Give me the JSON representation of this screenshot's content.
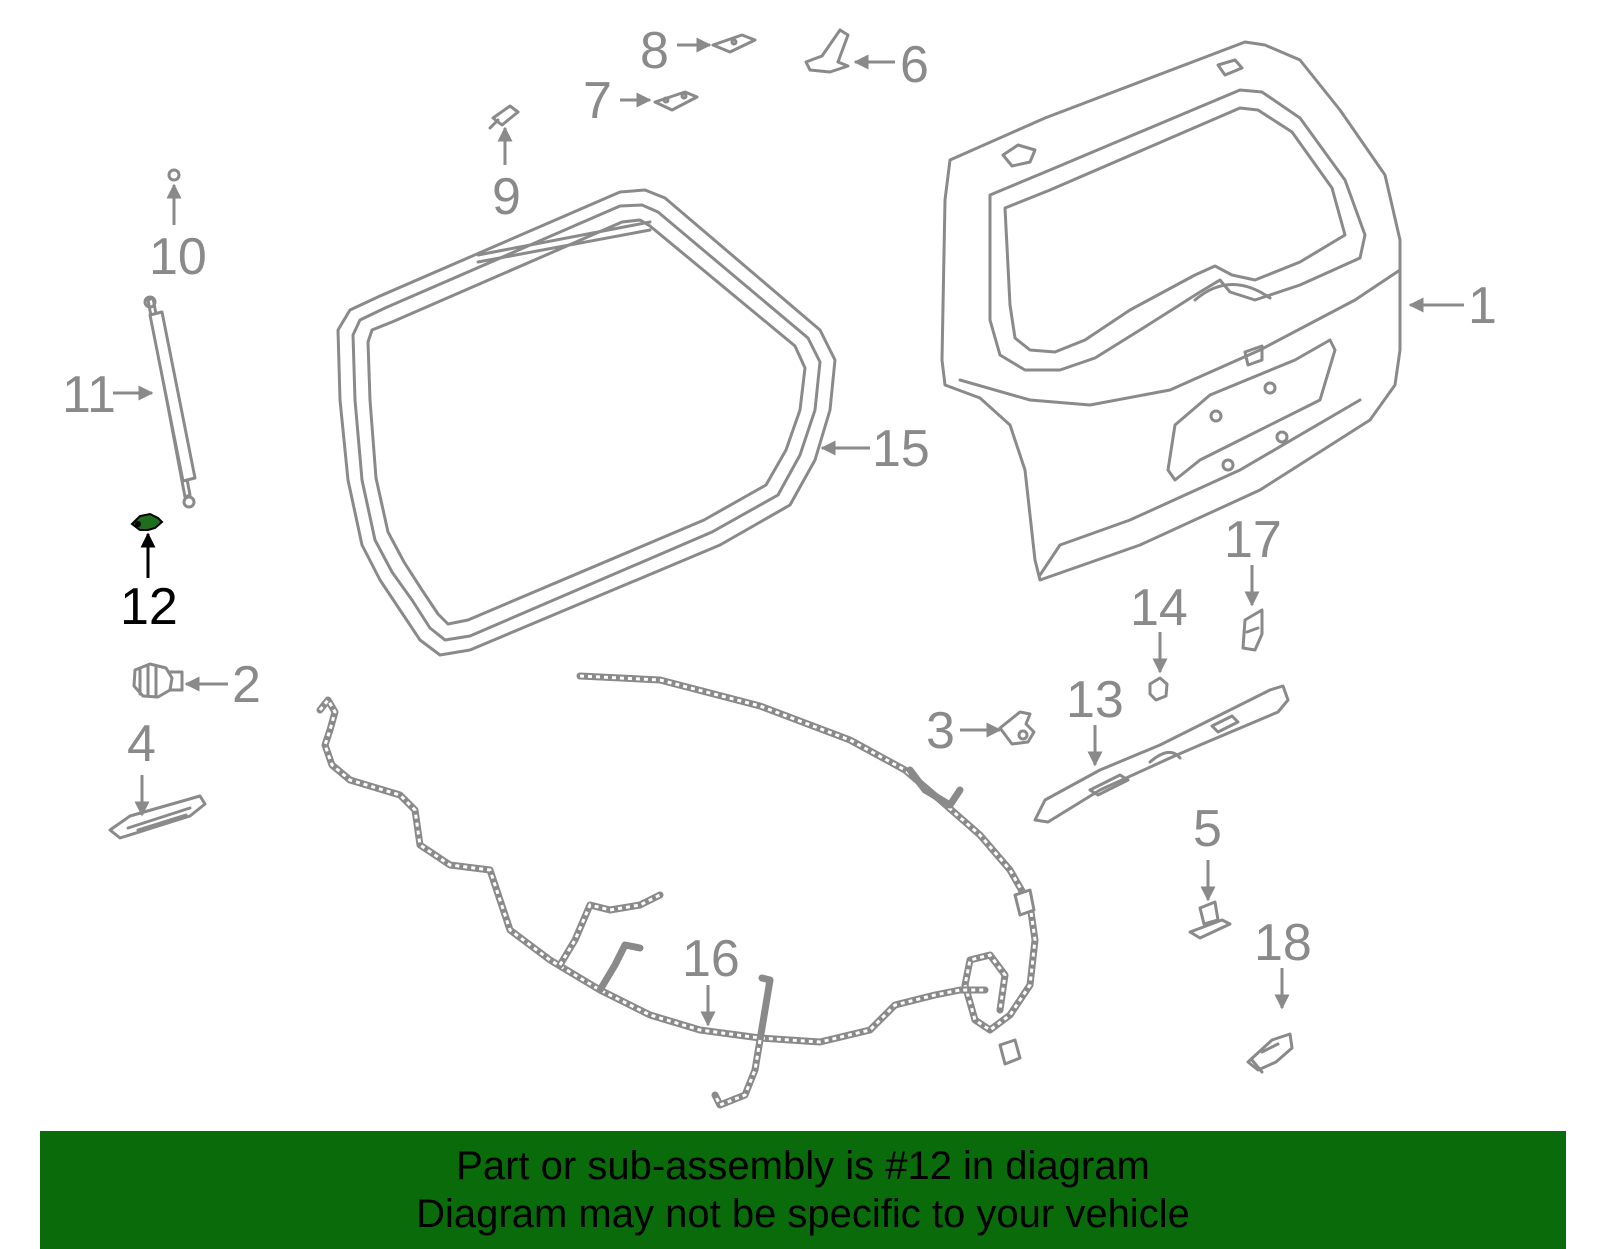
{
  "callouts": {
    "c1": "1",
    "c2": "2",
    "c3": "3",
    "c4": "4",
    "c5": "5",
    "c6": "6",
    "c7": "7",
    "c8": "8",
    "c9": "9",
    "c10": "10",
    "c11": "11",
    "c12": "12",
    "c13": "13",
    "c14": "14",
    "c15": "15",
    "c16": "16",
    "c17": "17",
    "c18": "18"
  },
  "highlighted_part": "12",
  "colors": {
    "part_line": "#8a8a8a",
    "highlight": "#1e6e1e",
    "banner_bg": "#0a6b0a",
    "text_active": "#000000"
  },
  "banner": {
    "line1": "Part or sub-assembly is #12 in diagram",
    "line2": "Diagram may not be specific to your vehicle"
  }
}
